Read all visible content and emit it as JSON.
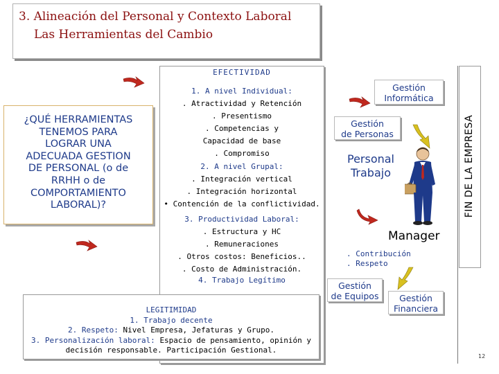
{
  "header": {
    "title_line1": "3. Alineación del Personal y Contexto Laboral",
    "title_line2": "Las Herramientas del Cambio"
  },
  "question": {
    "text_lines": [
      "¿QUÉ HERRAMIENTAS",
      "TENEMOS PARA",
      "LOGRAR UNA",
      "ADECUADA GESTION",
      "DE PERSONAL (o de",
      "RRHH o de",
      "COMPORTAMIENTO",
      "LABORAL)?"
    ]
  },
  "center": {
    "heading": "EFECTIVIDAD",
    "individual_title": "1. A nivel Individual:",
    "individual_items": [
      ". Atractividad y Retención",
      ". Presentismo",
      ". Competencias y",
      "Capacidad de base",
      ". Compromiso"
    ],
    "grupal_title": "2. A nivel Grupal:",
    "grupal_items": [
      ". Integración vertical",
      ". Integración horizontal",
      "• Contención de la conflictividad."
    ],
    "productividad_title": "3. Productividad Laboral:",
    "productividad_items": [
      ". Estructura y HC",
      ". Remuneraciones",
      ". Otros costos: Beneficios..",
      ". Costo de Administración."
    ],
    "trabajo_legitimo": "4. Trabajo Legítimo"
  },
  "legitimidad": {
    "heading": "LEGITIMIDAD",
    "item1": "1. Trabajo decente",
    "item2_label": "2. Respeto:",
    "item2_text": "Nivel Empresa, Jefaturas y Grupo.",
    "item3_label": "3. Personalización laboral:",
    "item3_text_line1": "Espacio de pensamiento, opinión y",
    "item3_text_line2": "decisión responsable. Participación Gestional."
  },
  "right": {
    "gestion_informatica": [
      "Gestión",
      "Informática"
    ],
    "gestion_personas": [
      "Gestión",
      "de Personas"
    ],
    "personal_trabajo": [
      "Personal",
      "Trabajo"
    ],
    "manager": "Manager",
    "contribucion": ". Contribución",
    "respeto": ". Respeto",
    "gestion_equipos": [
      "Gestión",
      "de Equipos"
    ],
    "gestion_financiera": [
      "Gestión",
      "Financiera"
    ],
    "fin_empresa": "FIN DE LA EMPRESA"
  },
  "footer": {
    "page_number": "12"
  },
  "colors": {
    "title": "#8b1010",
    "text_blue": "#1e3a8a",
    "arrow_red": "#c0281e",
    "arrow_yellow": "#d8c020"
  }
}
